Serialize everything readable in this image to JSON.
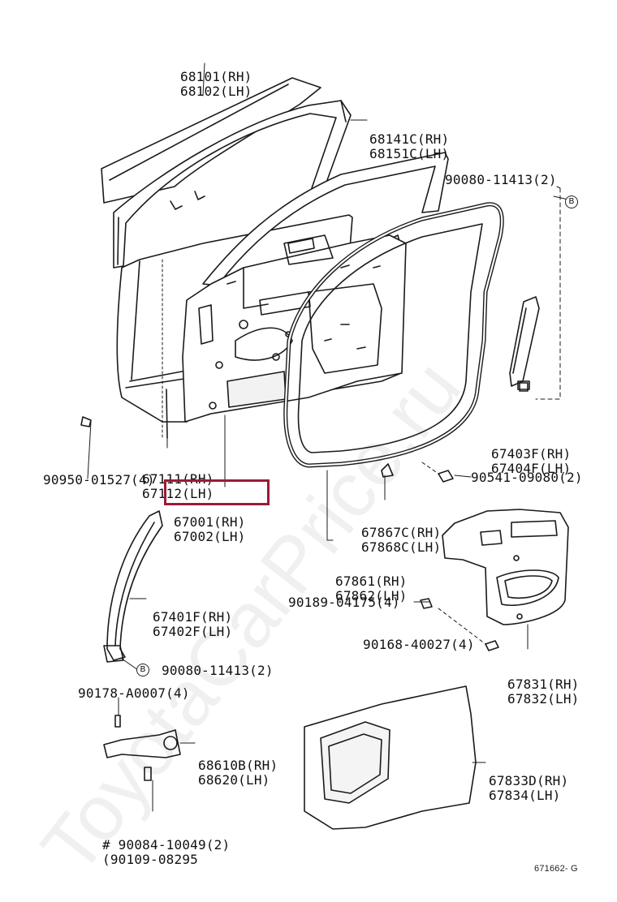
{
  "watermark": "ToyotaCarPrice.ru",
  "figure_code": "671662- G",
  "highlight_color": "#9b1b35",
  "bubble_letter": "B",
  "parts": {
    "glass": [
      "68101(RH)",
      "68102(LH)"
    ],
    "run_channel": [
      "68141C(RH)",
      "68151C(LH)"
    ],
    "screw_top": "90080-11413(2)",
    "sash_rear": [
      "67403F(RH)",
      "67404F(LH)"
    ],
    "clip_left": "90950-01527(4)",
    "panel_sub": [
      "67111(RH)",
      "67112(LH)"
    ],
    "door_panel": [
      "67001(RH)",
      "67002(LH)"
    ],
    "clip_right": "90541-09080(2)",
    "clip_mid": [
      "67867C(RH)",
      "67868C(LH)"
    ],
    "weatherstrip": [
      "67861(RH)",
      "67862(LH)"
    ],
    "sash_front": [
      "67401F(RH)",
      "67402F(LH)"
    ],
    "clip_90189": "90189-04175(4)",
    "screw_90168": "90168-40027(4)",
    "trim_board": [
      "67831(RH)",
      "67832(LH)"
    ],
    "screw_bottom": "90080-11413(2)",
    "bolt_90178": "90178-A0007(4)",
    "check_assy": [
      "68610B(RH)",
      "68620(LH)"
    ],
    "trim_sub": [
      "67833D(RH)",
      "67834(LH)"
    ],
    "bolt_90084": [
      "# 90084-10049(2)",
      "(90109-08295"
    ]
  }
}
